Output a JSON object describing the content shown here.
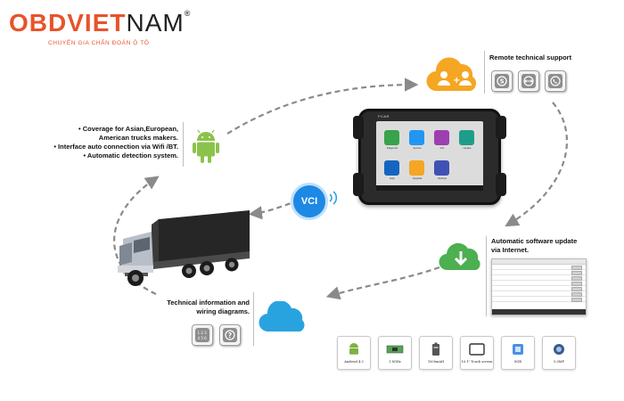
{
  "logo": {
    "brand_obd": "OBD",
    "brand_viet": "VIET",
    "brand_nam": "NAM",
    "registered": "®",
    "tagline": "CHUYÊN GIA CHẨN ĐOÁN Ô TÔ",
    "color": "#e8532b"
  },
  "remote_support": {
    "title": "Remote  technical support",
    "icons": [
      "skype-icon",
      "teamviewer-icon",
      "phone-icon"
    ],
    "cloud_color": "#f5a623"
  },
  "coverage": {
    "lines": [
      "• Coverage for Asian,European,",
      "American trucks makers.",
      "• Interface auto connection via Wifi /BT.",
      "• Automatic detection system."
    ],
    "android_color": "#8bc34a"
  },
  "vci": {
    "label": "VCI",
    "color": "#1e88e5"
  },
  "device": {
    "brand": "FCAR",
    "apps": [
      "Diagnosis",
      "Service",
      "Info",
      "Update",
      "Help",
      "Upgrade",
      "Settings"
    ]
  },
  "software_update": {
    "title_lines": [
      "Automatic  software update",
      "via Internet."
    ],
    "cloud_color": "#4caf50"
  },
  "technical_info": {
    "title_lines": [
      "Technical information and",
      "wiring diagrams."
    ],
    "icons": [
      "wiring-icon",
      "help-icon"
    ],
    "cloud_color": "#29a3e0"
  },
  "features": [
    {
      "icon": "android-icon",
      "label": "Android 4.3"
    },
    {
      "icon": "cpu-icon",
      "label": "1.8GHz"
    },
    {
      "icon": "battery-icon",
      "label": "1000mAH"
    },
    {
      "icon": "touchscreen-icon",
      "label": "10.1\" Touch screen"
    },
    {
      "icon": "memory-card-icon",
      "label": "8GB"
    },
    {
      "icon": "camera-icon",
      "label": "5.0MP"
    }
  ]
}
